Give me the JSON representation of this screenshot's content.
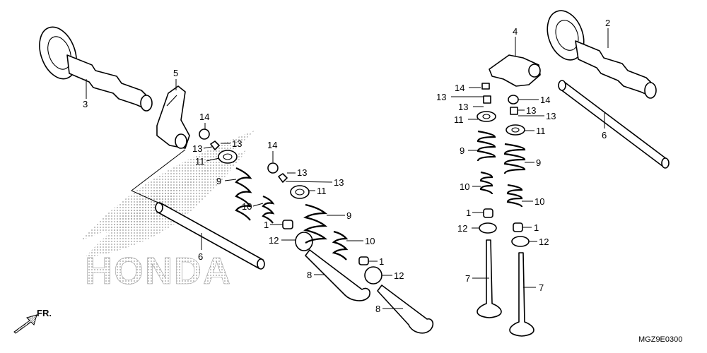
{
  "logo": {
    "text": "HONDA",
    "description": "dotted-wing-logo"
  },
  "direction_label": "FR.",
  "figure_code": "MGZ9E0300",
  "callouts": {
    "c1": "3",
    "c2": "5",
    "c3": "14",
    "c4": "13",
    "c5": "13",
    "c6": "11",
    "c7": "9",
    "c8": "10",
    "c9": "1",
    "c10": "12",
    "c11": "6",
    "c12": "14",
    "c13": "13",
    "c14": "13",
    "c15": "11",
    "c16": "9",
    "c17": "10",
    "c18": "1",
    "c19": "12",
    "c20": "8",
    "c21": "8",
    "c22": "4",
    "c23": "2",
    "c24": "6",
    "c25": "14",
    "c26": "13",
    "c27": "13",
    "c28": "11",
    "c29": "9",
    "c30": "10",
    "c31": "1",
    "c32": "12",
    "c33": "7",
    "c34": "14",
    "c35": "13",
    "c36": "13",
    "c37": "11",
    "c38": "9",
    "c39": "10",
    "c40": "1",
    "c41": "12",
    "c42": "7"
  }
}
